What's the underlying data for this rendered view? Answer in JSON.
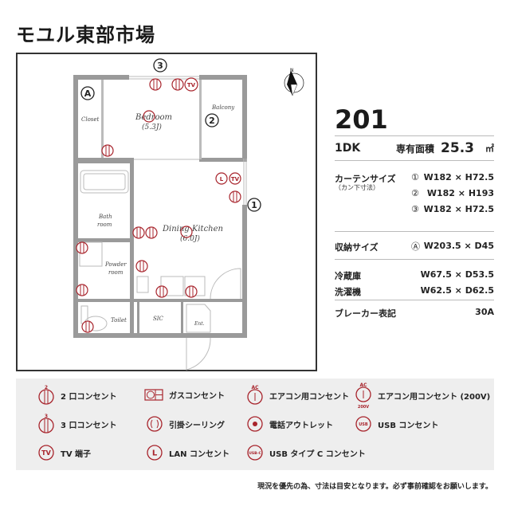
{
  "title": "モユル東部市場",
  "plan": {
    "rooms": {
      "closet": "Closet",
      "bedroom": "Bedroom",
      "bedroom_size": "(5.3J)",
      "balcony": "Balcony",
      "bath": "Bath",
      "bath2": "room",
      "dk": "Dining Kitchen",
      "dk_size": "(6.0J)",
      "powder": "Powder",
      "powder2": "room",
      "toilet": "Toilet",
      "sic": "SIC",
      "ent": "Ent."
    },
    "markers": {
      "window1": "1",
      "window2": "2",
      "window3": "3",
      "storageA": "A"
    },
    "compass": "N"
  },
  "info": {
    "unit_number": "201",
    "layout": "1DK",
    "area_label": "専有面積",
    "area_value": "25.3",
    "area_unit": "㎡",
    "curtain": {
      "label": "カーテンサイズ",
      "sub": "（カン下寸法）",
      "items": [
        {
          "no": "①",
          "size": "W182 × H72.5"
        },
        {
          "no": "②",
          "size": "W182 × H193"
        },
        {
          "no": "③",
          "size": "W182 × H72.5"
        }
      ]
    },
    "storage": {
      "label": "収納サイズ",
      "no": "Ⓐ",
      "size": "W203.5 × D45"
    },
    "fridge": {
      "label": "冷蔵庫",
      "size": "W67.5 × D53.5"
    },
    "washer": {
      "label": "洗濯機",
      "size": "W62.5 × D62.5"
    },
    "breaker": {
      "label": "ブレーカー表記",
      "value": "30A"
    }
  },
  "legend": {
    "items": [
      {
        "icon": "outlet-2-icon",
        "label": "2 口コンセント"
      },
      {
        "icon": "gas-outlet-icon",
        "label": "ガスコンセント"
      },
      {
        "icon": "ac-outlet-icon",
        "label": "エアコン用コンセント"
      },
      {
        "icon": "ac-200v-outlet-icon",
        "label": "エアコン用コンセント (200V)"
      },
      {
        "icon": "outlet-3-icon",
        "label": "3 口コンセント"
      },
      {
        "icon": "ceiling-hook-icon",
        "label": "引掛シーリング"
      },
      {
        "icon": "phone-outlet-icon",
        "label": "電話アウトレット"
      },
      {
        "icon": "usb-outlet-icon",
        "label": "USB コンセント"
      },
      {
        "icon": "tv-terminal-icon",
        "label": "TV 端子"
      },
      {
        "icon": "lan-outlet-icon",
        "label": "LAN コンセント"
      },
      {
        "icon": "usb-c-outlet-icon",
        "label": "USB タイプ C コンセント"
      }
    ],
    "icon_text": {
      "two": "2",
      "three": "3",
      "ac": "AC",
      "v200": "200V",
      "tv": "TV",
      "lan": "L",
      "usb": "USB",
      "usbc": "USB-C"
    }
  },
  "colors": {
    "accent": "#a8242c",
    "wall": "#999999",
    "legend_bg": "#eeeeee"
  },
  "footer_note": "現況を優先の為、寸法は目安となります。必ず事前確認をお願いします。"
}
